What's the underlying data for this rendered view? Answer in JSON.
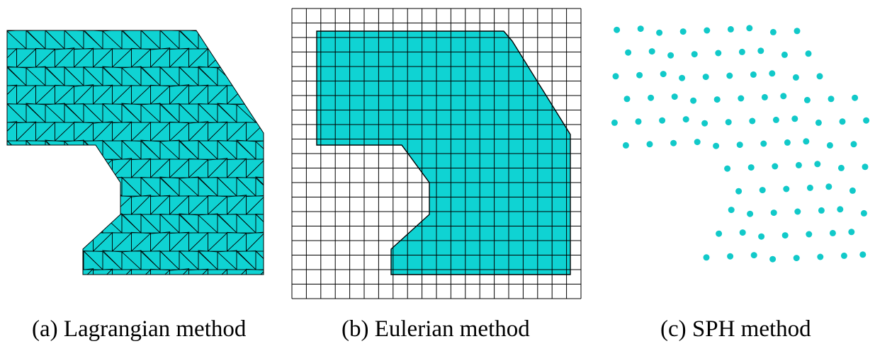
{
  "panels": [
    {
      "id": "a",
      "caption": "(a) Lagrangian method"
    },
    {
      "id": "b",
      "caption": "(b) Eulerian method"
    },
    {
      "id": "c",
      "caption": "(c) SPH method"
    }
  ],
  "colors": {
    "fill": "#0fd3d3",
    "stroke": "#000000",
    "particle": "#11c9c9",
    "grid": "#000000",
    "background": "#ffffff"
  }
}
